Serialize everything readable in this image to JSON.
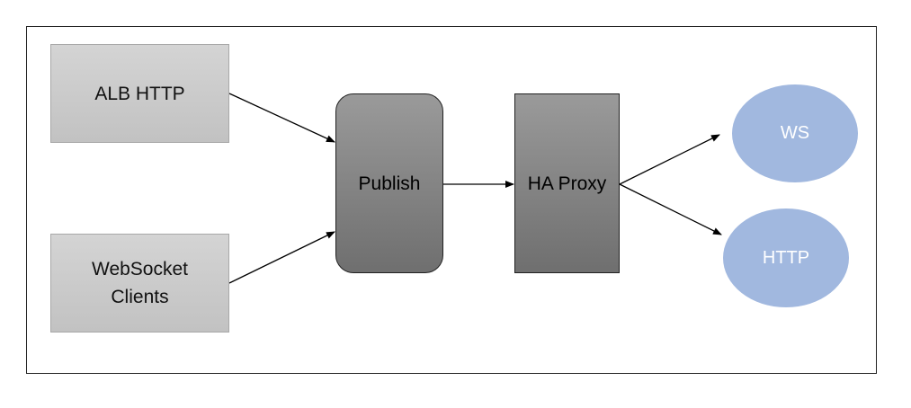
{
  "diagram": {
    "nodes": {
      "alb_http": {
        "label": "ALB HTTP"
      },
      "websocket_clients": {
        "label": "WebSocket\nClients"
      },
      "publish": {
        "label": "Publish"
      },
      "ha_proxy": {
        "label": "HA Proxy"
      },
      "ws": {
        "label": "WS"
      },
      "http": {
        "label": "HTTP"
      }
    },
    "edges": [
      {
        "from": "ALB HTTP",
        "to": "Publish"
      },
      {
        "from": "WebSocket Clients",
        "to": "Publish"
      },
      {
        "from": "Publish",
        "to": "HA Proxy"
      },
      {
        "from": "HA Proxy",
        "to": "WS"
      },
      {
        "from": "HA Proxy",
        "to": "HTTP"
      }
    ],
    "colors": {
      "source_box": "#c9c9c9",
      "dark_box": "#858585",
      "oval": "#a1b8df",
      "oval_text": "#ffffff",
      "line": "#000000"
    }
  }
}
